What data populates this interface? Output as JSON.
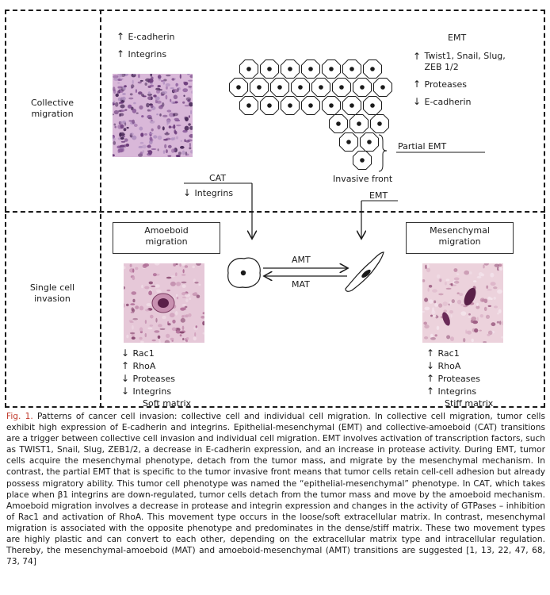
{
  "collective": {
    "label_line1": "Collective",
    "label_line2": "migration",
    "left_markers": [
      {
        "dir": "up",
        "text": "E-cadherin"
      },
      {
        "dir": "up",
        "text": "Integrins"
      }
    ],
    "emt_title": "EMT",
    "emt_markers": [
      {
        "dir": "up",
        "text": "Twist1, Snail, Slug,",
        "text2": "ZEB 1/2"
      },
      {
        "dir": "up",
        "text": "Proteases"
      },
      {
        "dir": "down",
        "text": "E-cadherin"
      }
    ],
    "partial_emt": "Partial EMT",
    "invasive_front": "Invasive front",
    "cat_label": "CAT",
    "cat_marker": {
      "dir": "down",
      "text": "Integrins"
    },
    "emt_arrow_label": "EMT"
  },
  "single": {
    "label_line1": "Single cell",
    "label_line2": "invasion",
    "amoeboid_title_1": "Amoeboid",
    "amoeboid_title_2": "migration",
    "mesenchymal_title_1": "Mesenchymal",
    "mesenchymal_title_2": "migration",
    "amt": "AMT",
    "mat": "MAT",
    "amoeboid_markers": [
      {
        "dir": "down",
        "text": "Rac1"
      },
      {
        "dir": "up",
        "text": "RhoA"
      },
      {
        "dir": "down",
        "text": "Proteases"
      },
      {
        "dir": "down",
        "text": "Integrins"
      }
    ],
    "amoeboid_matrix": "Soft matrix",
    "mesenchymal_markers": [
      {
        "dir": "up",
        "text": "Rac1"
      },
      {
        "dir": "down",
        "text": "RhoA"
      },
      {
        "dir": "up",
        "text": "Proteases"
      },
      {
        "dir": "up",
        "text": "Integrins"
      }
    ],
    "mesenchymal_matrix": "Stiff matrix"
  },
  "caption": {
    "fig_label": "Fig. 1.",
    "text": "Patterns of cancer cell invasion: collective cell and individual cell migration. In collective cell migration, tumor cells exhibit high expression of E-cadherin and integrins. Epithelial-mesenchymal (EMT) and collective-amoeboid (CAT) transitions are a trigger between collective cell invasion and individual cell migration. EMT involves activation of transcription factors, such as TWIST1, Snail, Slug, ZEB1/2, a decrease in E-cadherin expression, and an increase in protease activity. During EMT, tumor cells acquire the mesenchymal phenotype, detach from the tumor mass, and migrate by the mesenchymal mechanism. In contrast, the partial EMT that is specific to the tumor invasive front means that tumor cells retain cell-cell adhesion but already possess migratory ability. This tumor cell phenotype was named the “epithelial-mesenchymal” phenotype. In CAT, which takes place when β1 integrins are down-regulated, tumor cells detach from the tumor mass and move by the amoeboid mechanism. Amoeboid migration involves a decrease in protease and integrin expression and changes in the activity of GTPases – inhibition of Rac1 and activation of RhoA. This movement type occurs in the loose/soft extracellular matrix. In contrast, mesenchymal migration is associated with the opposite phenotype and predominates in the dense/stiff matrix. These two movement types are highly plastic and can convert to each other, depending on the extracellular matrix type and intracellular regulation. Thereby, the mesenchymal-amoeboid (MAT) and amoeboid-mesenchymal (AMT) transitions are suggested [1, 13, 22, 47, 68, 73, 74]"
  }
}
